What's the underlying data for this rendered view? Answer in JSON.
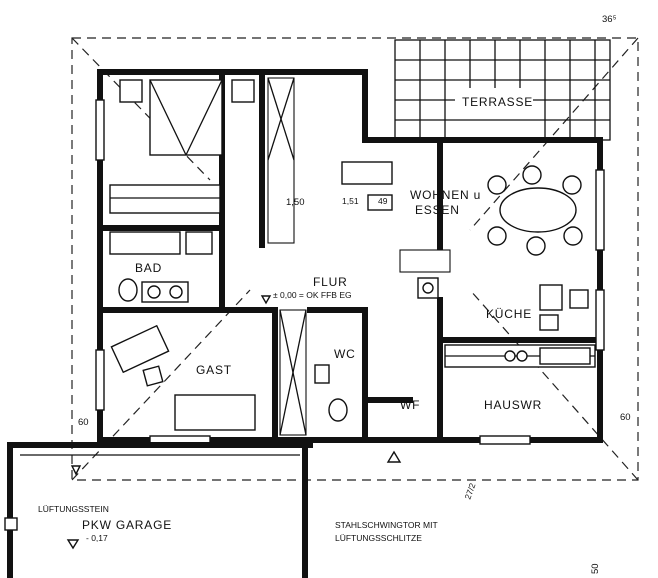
{
  "rooms": {
    "terrasse": "TERRASSE",
    "wohnen_line1": "WOHNEN u",
    "wohnen_line2": "ESSEN",
    "bad": "BAD",
    "flur": "FLUR",
    "kueche": "KÜCHE",
    "wc": "WC",
    "gast": "GAST",
    "wf": "WF",
    "hauswr": "HAUSWR",
    "garage": "PKW  GARAGE"
  },
  "annotations": {
    "corner_dim": "36⁵",
    "dim_150": "1,50",
    "dim_151": "1,51",
    "dim_49": "49",
    "level": "± 0,00 = OK FFB EG",
    "dim_60_left": "60",
    "dim_60_right": "60",
    "lueftungsstein": "LÜFTUNGSSTEIN",
    "garage_level": "- 0,17",
    "tor_line1": "STAHLSCHWINGTOR MIT",
    "tor_line2": "LÜFTUNGSSCHLITZE",
    "side_mark": "50",
    "hand_note": "27/2"
  }
}
